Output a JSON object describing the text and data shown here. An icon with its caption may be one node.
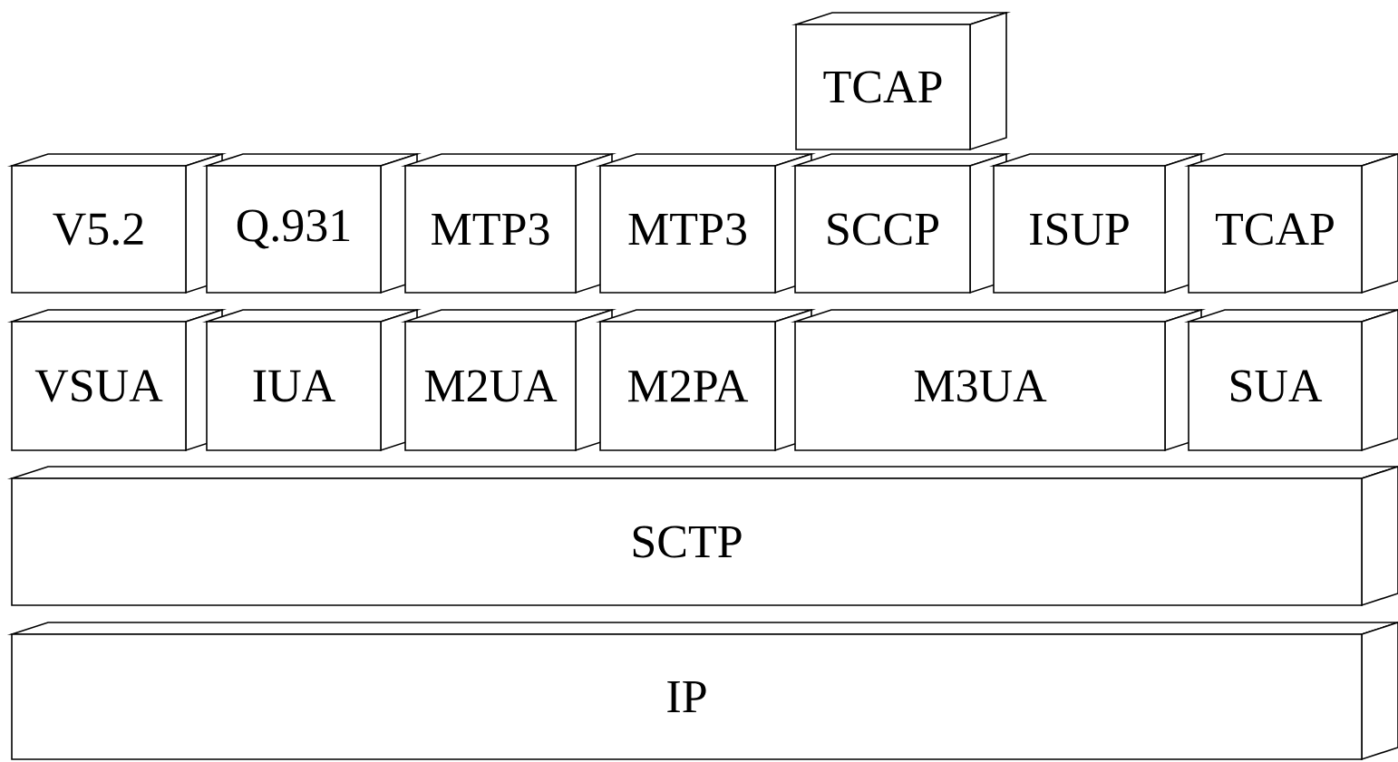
{
  "diagram": {
    "nodes": [
      {
        "text": [
          "TCAP"
        ]
      },
      {
        "text": [
          "V5.2"
        ]
      },
      {
        "text": [
          "Q.931"
        ]
      },
      {
        "text": [
          "MTP3"
        ]
      },
      {
        "text": [
          "MTP3"
        ]
      },
      {
        "text": [
          "SCCP"
        ]
      },
      {
        "text": [
          "ISUP"
        ]
      },
      {
        "text": [
          "TCAP"
        ]
      },
      {
        "text": [
          "VSUA"
        ]
      },
      {
        "text": [
          "IUA"
        ]
      },
      {
        "text": [
          "M2UA"
        ]
      },
      {
        "text": [
          "M2PA"
        ]
      },
      {
        "text": [
          "M3UA"
        ]
      },
      {
        "text": [
          "SUA"
        ]
      },
      {
        "text": [
          "SCTP"
        ]
      },
      {
        "text": [
          "IP"
        ]
      }
    ]
  }
}
